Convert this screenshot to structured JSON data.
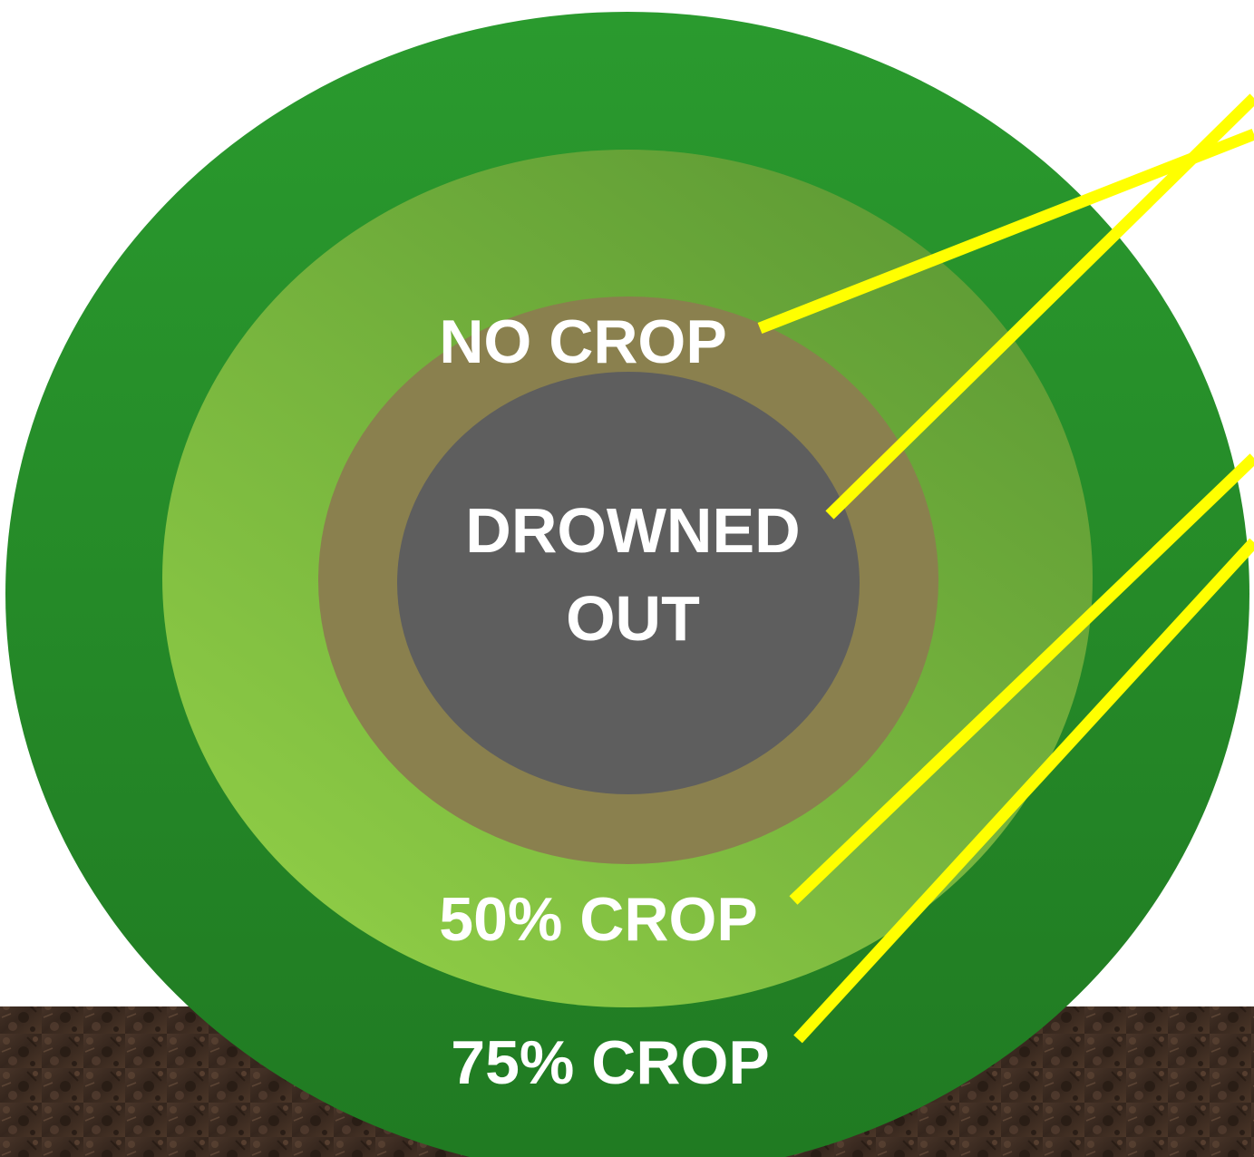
{
  "diagram": {
    "labels": {
      "no_crop": "NO CROP",
      "drowned_line1": "DROWNED",
      "drowned_line2": "OUT",
      "crop_50": "50% CROP",
      "crop_75": "75% CROP"
    },
    "colors": {
      "outer_ring": "#2a9530",
      "middle_ring": "#7dbd3f",
      "inner_ring": "#8a804e",
      "core": "#5e5e5e",
      "leader_lines": "#ffff00",
      "label_text": "#ffffff",
      "soil": "#3c2b22"
    }
  }
}
